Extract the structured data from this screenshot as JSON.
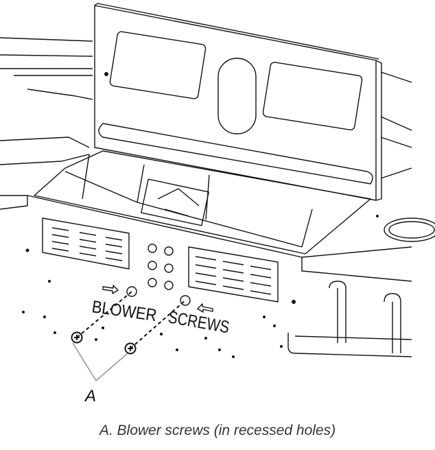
{
  "labels": {
    "word_blower": "BLOWER",
    "word_screws": "SCREWS",
    "callout": "A"
  },
  "caption": "A. Blower screws (in recessed holes)"
}
